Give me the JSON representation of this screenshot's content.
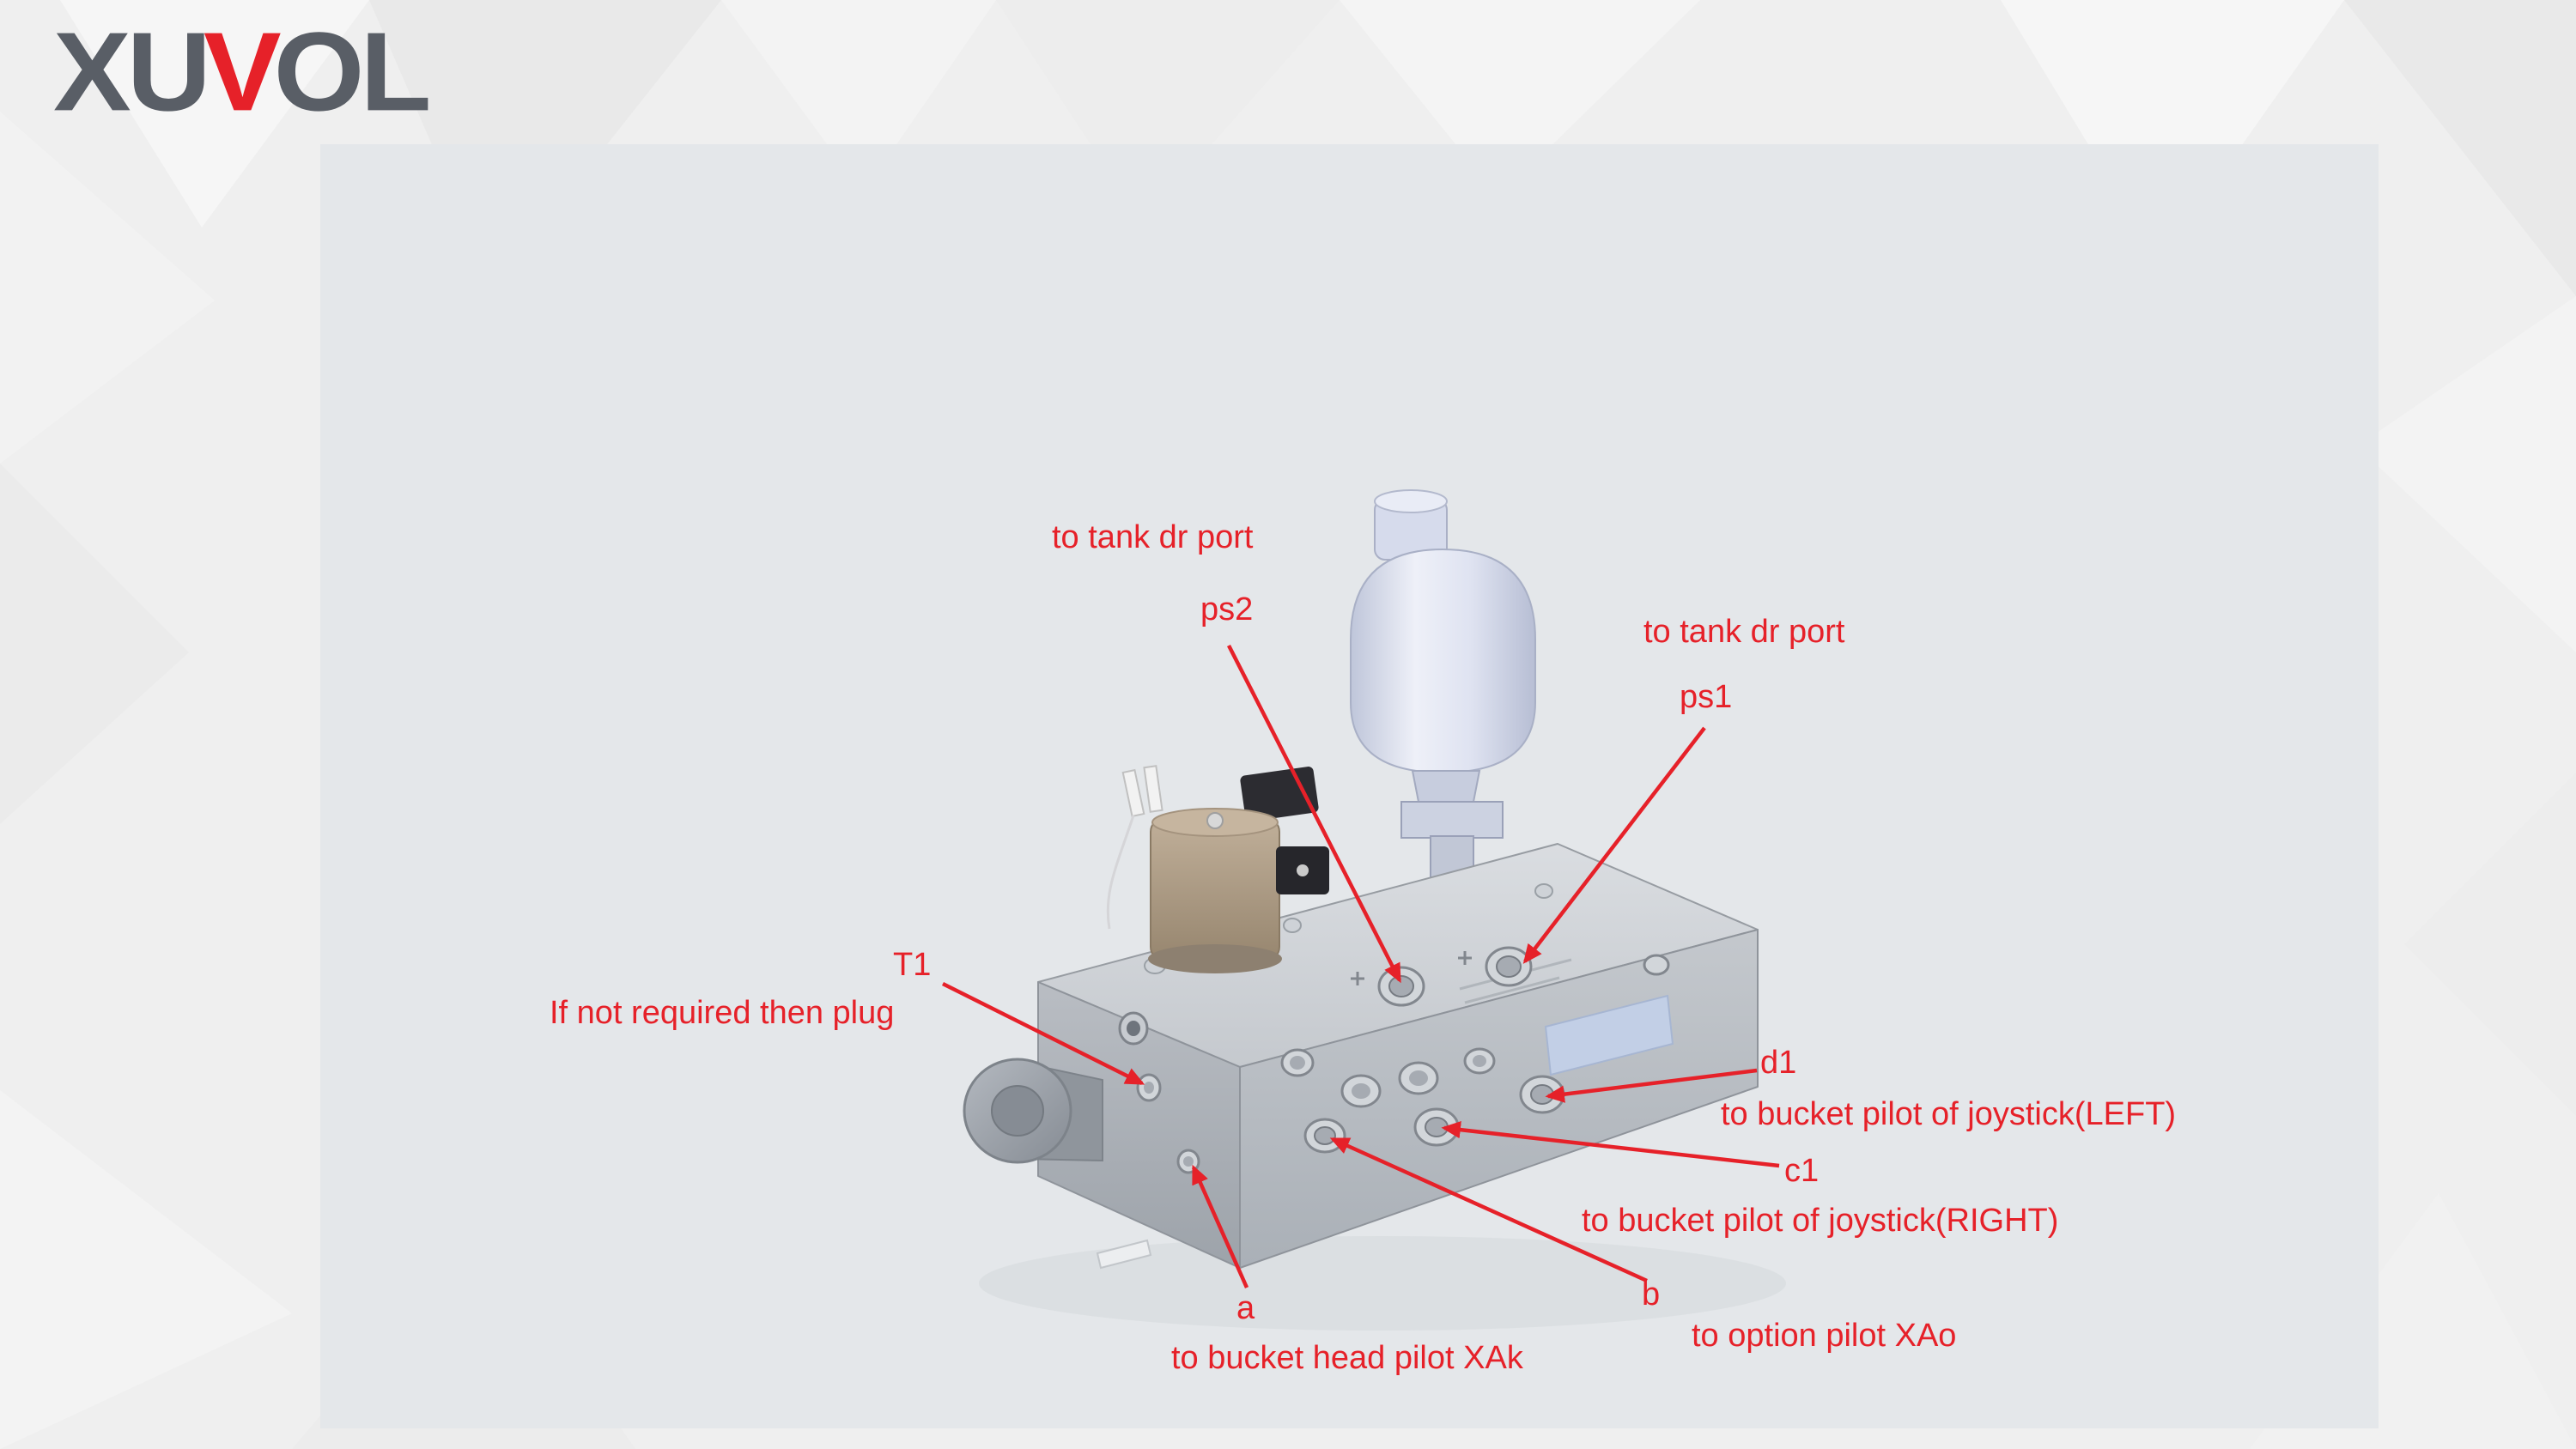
{
  "logo": {
    "part1": "XU",
    "accent": "V",
    "part2": "OL"
  },
  "colors": {
    "accent_red": "#e62129",
    "logo_gray": "#595e66",
    "page_background": "#efefef",
    "panel_background": "#e4e7ea",
    "block_gray": "#b8bdc3",
    "accumulator_tint": "#dde3f1",
    "solenoid_tan": "#ab997f",
    "label_plate_blue": "#c2cfe6"
  },
  "callouts": {
    "ps2": {
      "port": "ps2",
      "desc": "to tank dr port"
    },
    "ps1": {
      "port": "ps1",
      "desc": "to tank dr port"
    },
    "t1": {
      "port": "T1",
      "desc": "If not required then plug"
    },
    "d1": {
      "port": "d1",
      "desc": "to bucket pilot of joystick(LEFT)"
    },
    "c1": {
      "port": "c1",
      "desc": "to bucket pilot of joystick(RIGHT)"
    },
    "b": {
      "port": "b",
      "desc": "to option pilot XAo"
    },
    "a": {
      "port": "a",
      "desc": "to bucket head pilot XAk"
    }
  }
}
